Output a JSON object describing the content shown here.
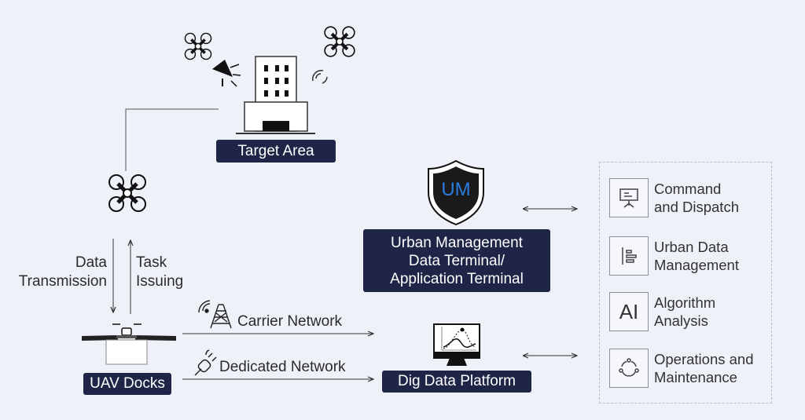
{
  "labels": {
    "target_area": "Target Area",
    "uav_docks": "UAV Docks",
    "data_terminal_line1": "Urban Management",
    "data_terminal_line2": "Data Terminal/",
    "data_terminal_line3": "Application Terminal",
    "dig_data_platform": "Dig Data Platform",
    "shield_text": "UM"
  },
  "flows": {
    "data_transmission_1": "Data",
    "data_transmission_2": "Transmission",
    "task_issuing_1": "Task",
    "task_issuing_2": "Issuing",
    "carrier_network": "Carrier Network",
    "dedicated_network": "Dedicated Network"
  },
  "applications": [
    {
      "line1": "Command",
      "line2": "and Dispatch",
      "icon": "command-dispatch-icon"
    },
    {
      "line1": "Urban Data",
      "line2": "Management",
      "icon": "data-management-icon"
    },
    {
      "line1": "Algorithm",
      "line2": "Analysis",
      "icon": "ai-icon",
      "icon_text": "AI"
    },
    {
      "line1": "Operations and",
      "line2": "Maintenance",
      "icon": "operations-icon"
    }
  ],
  "colors": {
    "dark_label": "#1e2547",
    "background": "#eef1f7",
    "shield_text": "#2a7de1"
  }
}
